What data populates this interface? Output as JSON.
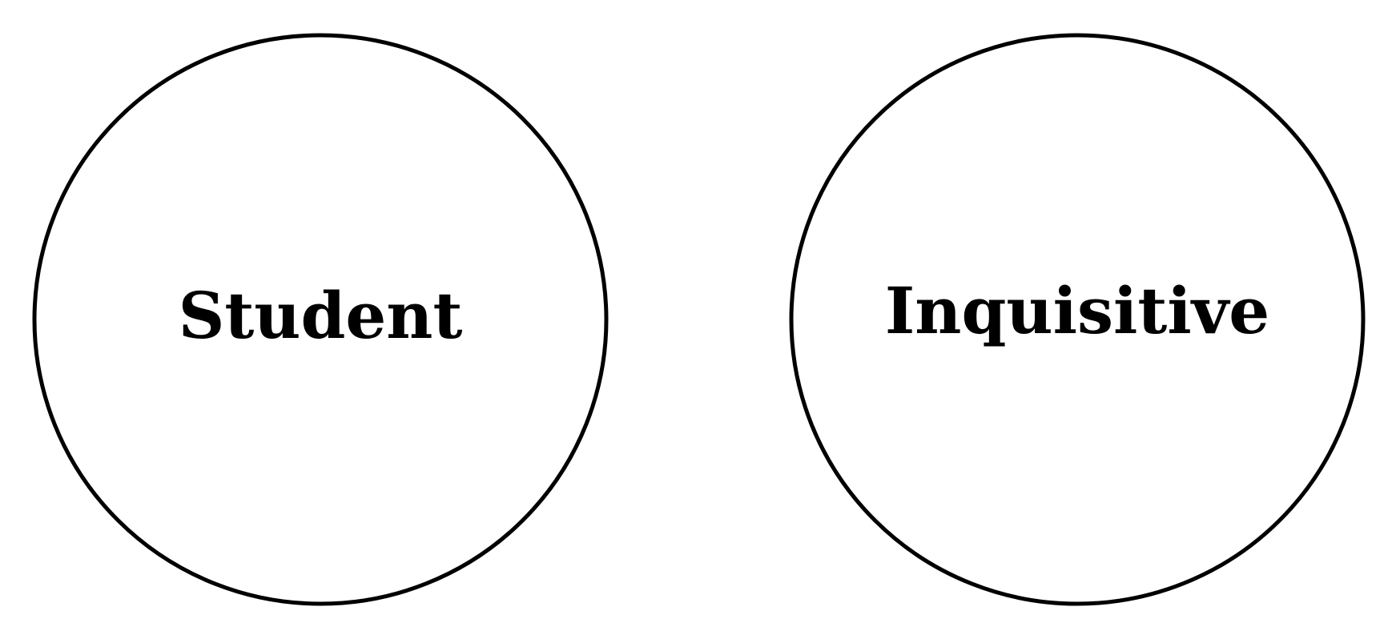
{
  "nodes": [
    {
      "id": "student",
      "label": "Student"
    },
    {
      "id": "inquisitive",
      "label": "Inquisitive"
    }
  ],
  "colors": {
    "stroke": "#000000",
    "fill": "#ffffff",
    "text": "#000000"
  }
}
